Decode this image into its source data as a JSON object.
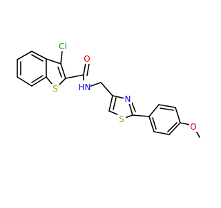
{
  "molecule": {
    "atom_labels": {
      "cl": "Cl",
      "s_benzothiophene": "S",
      "o_carbonyl": "O",
      "nh": "H",
      "n_amide": "N",
      "n_thiazole": "N",
      "s_thiazole": "S",
      "o_methoxy": "O"
    },
    "element_colors": {
      "Cl": "#00a000",
      "S": "#b8a000",
      "O": "#e00000",
      "N": "#0000e0",
      "H": "#0000e0"
    }
  }
}
